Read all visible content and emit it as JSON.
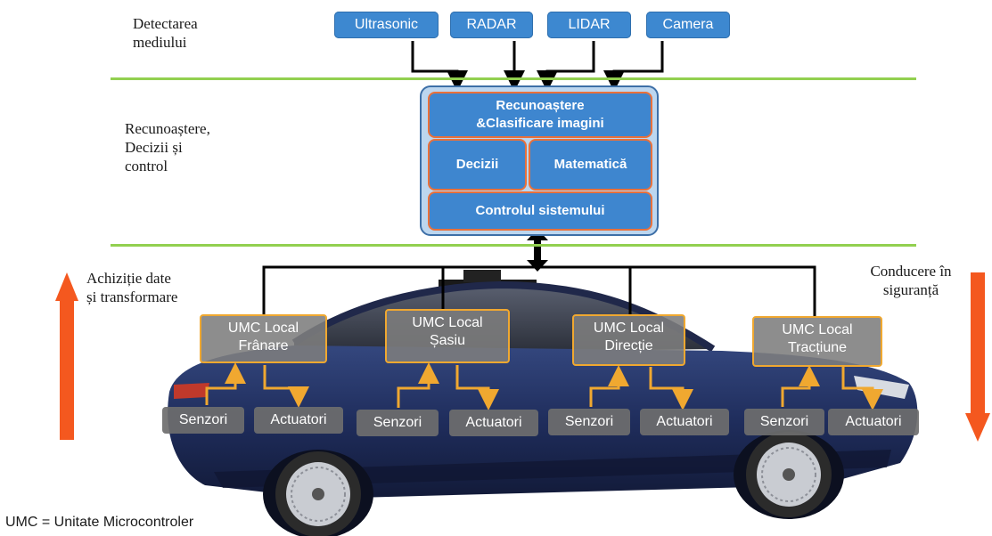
{
  "stages": {
    "detection": "Detectarea\nmediului",
    "recognition": "Recunoaștere,\nDecizii și\ncontrol",
    "acquisition": "Achiziție date\nși transformare",
    "safe_driving": "Conducere în\nsiguranță"
  },
  "sensors": [
    "Ultrasonic",
    "RADAR",
    "LIDAR",
    "Camera"
  ],
  "processing": {
    "recognition": "Recunoaștere\n&Clasificare imagini",
    "decisions": "Decizii",
    "math": "Matematică",
    "control": "Controlul sistemului"
  },
  "umc_units": [
    {
      "label": "UMC Local\nFrânare",
      "sensor": "Senzori",
      "actuator": "Actuatori"
    },
    {
      "label": "UMC Local\nȘasiu",
      "sensor": "Senzori",
      "actuator": "Actuatori"
    },
    {
      "label": "UMC Local\nDirecție",
      "sensor": "Senzori",
      "actuator": "Actuatori"
    },
    {
      "label": "UMC Local\nTracțiune",
      "sensor": "Senzori",
      "actuator": "Actuatori"
    }
  ],
  "footnote": "UMC = Unitate Microcontroler",
  "colors": {
    "sensor_blue": "#3d88d0",
    "green_divider": "#92d050",
    "orange_arrow": "#f4581f",
    "umc_border": "#f0a830",
    "car_body": "#1c2a55"
  }
}
